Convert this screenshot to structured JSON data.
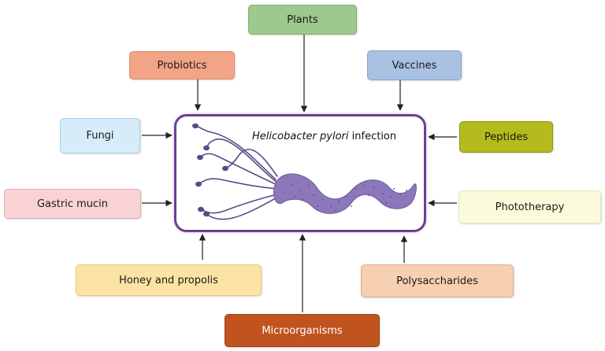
{
  "center": {
    "title_italic": "Helicobacter pylori",
    "title_rest": " infection"
  },
  "factors": [
    {
      "id": "plants",
      "label": "Plants",
      "fill": "#9cc98d",
      "border": "#7fae70",
      "dark": false
    },
    {
      "id": "probiotics",
      "label": "Probiotics",
      "fill": "#f2a486",
      "border": "#dc8c6c",
      "dark": false
    },
    {
      "id": "vaccines",
      "label": "Vaccines",
      "fill": "#a9c1e2",
      "border": "#8aa6cd",
      "dark": false
    },
    {
      "id": "fungi",
      "label": "Fungi",
      "fill": "#d6ecf8",
      "border": "#a9d0e6",
      "dark": false
    },
    {
      "id": "peptides",
      "label": "Peptides",
      "fill": "#b4bb1c",
      "border": "#8f9514",
      "dark": false
    },
    {
      "id": "gastric-mucin",
      "label": "Gastric mucin",
      "fill": "#f9d2d6",
      "border": "#e9a9b1",
      "dark": false
    },
    {
      "id": "phototherapy",
      "label": "Phototherapy",
      "fill": "#fbfbdc",
      "border": "#e3e3b2",
      "dark": false
    },
    {
      "id": "honey-propolis",
      "label": "Honey and propolis",
      "fill": "#fbe3a3",
      "border": "#ebc878",
      "dark": false
    },
    {
      "id": "polysaccharides",
      "label": "Polysaccharides",
      "fill": "#f7cfb1",
      "border": "#e3ac88",
      "dark": false
    },
    {
      "id": "microorganisms",
      "label": "Microorganisms",
      "fill": "#c1531f",
      "border": "#9d3f12",
      "dark": true
    }
  ],
  "colors": {
    "center_border": "#6e3f91",
    "bacterium_body": "#8c77ba",
    "bacterium_dots": "#5e4a8f",
    "flagella": "#5b4a8a",
    "arrow": "#222222"
  }
}
